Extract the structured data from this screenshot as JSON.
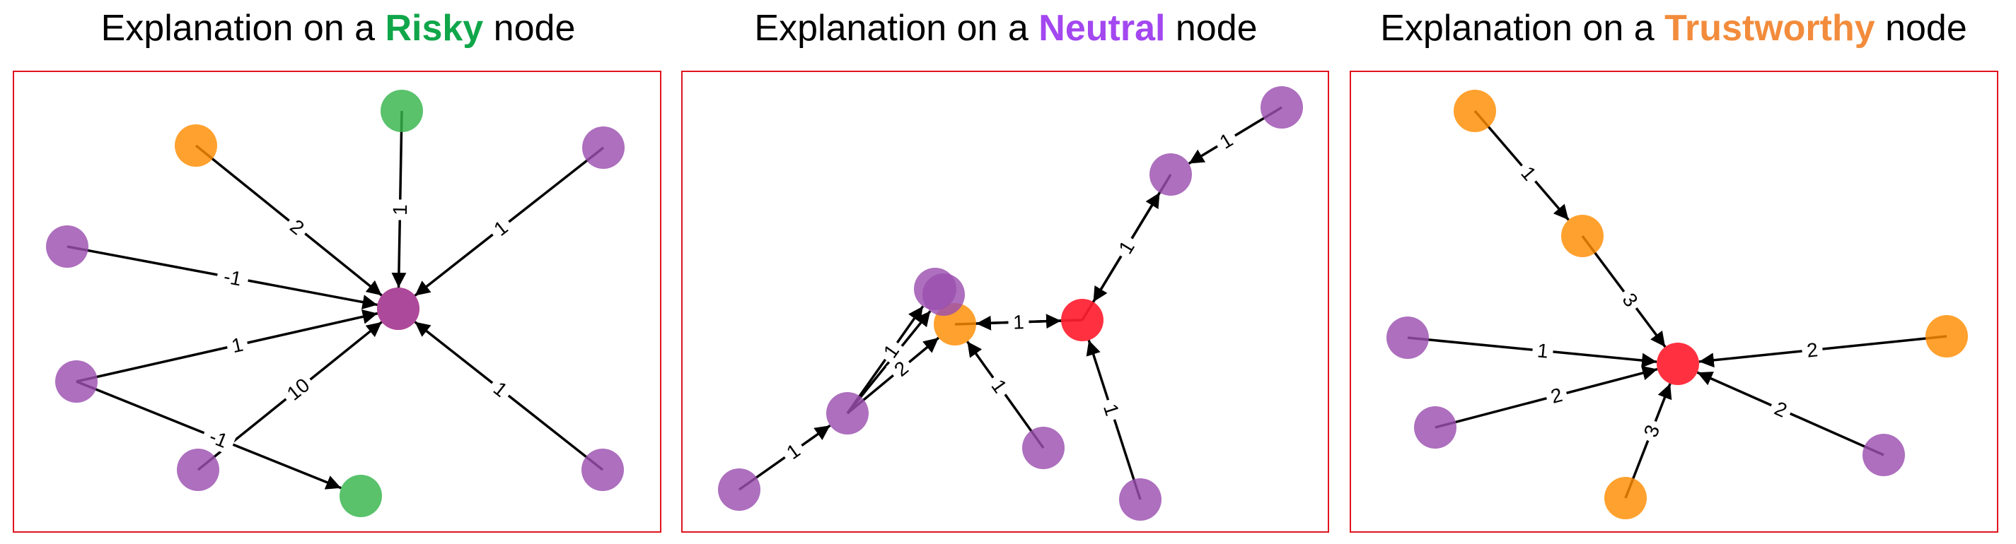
{
  "panels": [
    {
      "title_prefix": "Explanation on a ",
      "title_highlight": "Risky",
      "title_suffix": " node"
    },
    {
      "title_prefix": "Explanation on a ",
      "title_highlight": "Neutral",
      "title_suffix": " node"
    },
    {
      "title_prefix": "Explanation on a ",
      "title_highlight": "Trustworthy",
      "title_suffix": " node"
    }
  ],
  "colors": {
    "risky_green": "#10a64a",
    "neutral_purple": "#a347f0",
    "trustworthy_orange": "#f28c3c",
    "frame_red": "#e0141e",
    "node_red": "#ff2030",
    "node_green": "#35b54a",
    "node_orange": "#ff8c00",
    "node_purple": "#9b4fb0"
  },
  "graphs": [
    {
      "nodes": [
        {
          "id": "a1",
          "color": "red"
        },
        {
          "id": "a2",
          "color": "orange"
        },
        {
          "id": "a3",
          "color": "green"
        },
        {
          "id": "a4",
          "color": "purple"
        },
        {
          "id": "a5",
          "color": "purple"
        },
        {
          "id": "a6",
          "color": "purple"
        },
        {
          "id": "a7",
          "color": "purple"
        },
        {
          "id": "a8",
          "color": "purple"
        },
        {
          "id": "a9",
          "color": "purple"
        },
        {
          "id": "a10",
          "color": "green"
        }
      ],
      "edges": [
        {
          "from": "a2",
          "to": "a1",
          "label": "2"
        },
        {
          "from": "a3",
          "to": "a1",
          "label": "1"
        },
        {
          "from": "a4",
          "to": "a1",
          "label": "1"
        },
        {
          "from": "a5",
          "to": "a1",
          "label": "-1"
        },
        {
          "from": "a6",
          "to": "a1",
          "label": "1"
        },
        {
          "from": "a7",
          "to": "a1",
          "label": "10"
        },
        {
          "from": "a8",
          "to": "a1",
          "label": "1"
        },
        {
          "from": "a6",
          "to": "a10",
          "label": "-1"
        }
      ]
    },
    {
      "nodes": [
        {
          "id": "b1",
          "color": "red"
        },
        {
          "id": "b2",
          "color": "orange"
        },
        {
          "id": "b3",
          "color": "purple"
        },
        {
          "id": "b4",
          "color": "purple"
        },
        {
          "id": "b5",
          "color": "purple"
        },
        {
          "id": "b6",
          "color": "purple"
        },
        {
          "id": "b7",
          "color": "purple"
        },
        {
          "id": "b8",
          "color": "purple"
        },
        {
          "id": "b9",
          "color": "purple"
        },
        {
          "id": "b10",
          "color": "purple"
        }
      ],
      "edges": [
        {
          "from": "b10",
          "to": "b9",
          "label": "1"
        },
        {
          "from": "b1",
          "to": "b9",
          "label": "1"
        },
        {
          "from": "b9",
          "to": "b1",
          "label": ""
        },
        {
          "from": "b2",
          "to": "b1",
          "label": "1"
        },
        {
          "from": "b1",
          "to": "b2",
          "label": ""
        },
        {
          "from": "b8",
          "to": "b1",
          "label": "1"
        },
        {
          "from": "b7",
          "to": "b2",
          "label": "1"
        },
        {
          "from": "b5",
          "to": "b2",
          "label": "2"
        },
        {
          "from": "b5",
          "to": "b3",
          "label": "1"
        },
        {
          "from": "b5",
          "to": "b4",
          "label": ""
        },
        {
          "from": "b6",
          "to": "b5",
          "label": "1"
        }
      ]
    },
    {
      "nodes": [
        {
          "id": "c1",
          "color": "red"
        },
        {
          "id": "c2",
          "color": "orange"
        },
        {
          "id": "c3",
          "color": "orange"
        },
        {
          "id": "c4",
          "color": "orange"
        },
        {
          "id": "c5",
          "color": "orange"
        },
        {
          "id": "c6",
          "color": "purple"
        },
        {
          "id": "c7",
          "color": "purple"
        },
        {
          "id": "c8",
          "color": "purple"
        }
      ],
      "edges": [
        {
          "from": "c2",
          "to": "c3",
          "label": "1"
        },
        {
          "from": "c3",
          "to": "c1",
          "label": "3"
        },
        {
          "from": "c6",
          "to": "c1",
          "label": "1"
        },
        {
          "from": "c7",
          "to": "c1",
          "label": "2"
        },
        {
          "from": "c4",
          "to": "c1",
          "label": "2"
        },
        {
          "from": "c8",
          "to": "c1",
          "label": "2"
        },
        {
          "from": "c5",
          "to": "c1",
          "label": "3"
        }
      ]
    }
  ]
}
